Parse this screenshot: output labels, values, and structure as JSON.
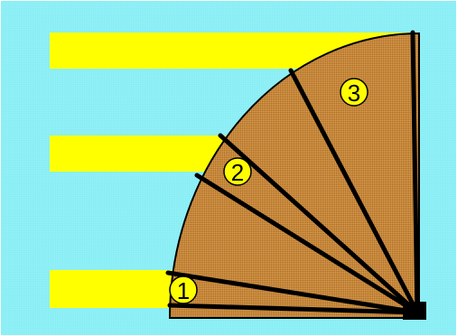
{
  "colors": {
    "background": "#88eef4",
    "bar": "#ffff00",
    "fan": "#c88a3c",
    "stroke": "#000000",
    "badge": "#ffff00"
  },
  "bars": [
    {
      "id": "top"
    },
    {
      "id": "middle"
    },
    {
      "id": "bottom"
    }
  ],
  "fan": {
    "divider_count": 6
  },
  "labels": [
    "1",
    "2",
    "3"
  ]
}
